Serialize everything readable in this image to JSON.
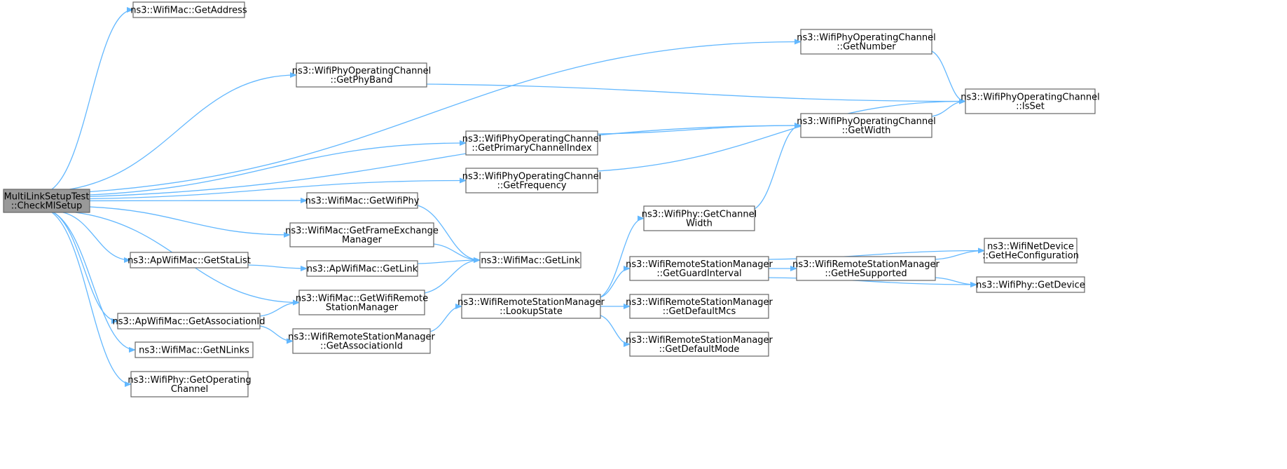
{
  "colors": {
    "edge": "#63b8ff",
    "node_border": "#666666",
    "root_fill": "#999999",
    "node_fill": "#ffffff"
  },
  "nodes": {
    "root": [
      "MultiLinkSetupTest",
      "::CheckMlSetup"
    ],
    "getAddress": [
      "ns3::WifiMac::GetAddress"
    ],
    "getNumber": [
      "ns3::WifiPhyOperatingChannel",
      "::GetNumber"
    ],
    "getPhyBand": [
      "ns3::WifiPhyOperatingChannel",
      "::GetPhyBand"
    ],
    "isSet": [
      "ns3::WifiPhyOperatingChannel",
      "::IsSet"
    ],
    "getWidth": [
      "ns3::WifiPhyOperatingChannel",
      "::GetWidth"
    ],
    "getPrimary": [
      "ns3::WifiPhyOperatingChannel",
      "::GetPrimaryChannelIndex"
    ],
    "getFrequency": [
      "ns3::WifiPhyOperatingChannel",
      "::GetFrequency"
    ],
    "getWifiPhy": [
      "ns3::WifiMac::GetWifiPhy"
    ],
    "getChannelWidth": [
      "ns3::WifiPhy::GetChannel",
      "Width"
    ],
    "getFem": [
      "ns3::WifiMac::GetFrameExchange",
      "Manager"
    ],
    "getStaList": [
      "ns3::ApWifiMac::GetStaList"
    ],
    "apGetLink": [
      "ns3::ApWifiMac::GetLink"
    ],
    "macGetLink": [
      "ns3::WifiMac::GetLink"
    ],
    "getGuardInterval": [
      "ns3::WifiRemoteStationManager",
      "::GetGuardInterval"
    ],
    "getHeSupported": [
      "ns3::WifiRemoteStationManager",
      "::GetHeSupported"
    ],
    "getHeConfig": [
      "ns3::WifiNetDevice",
      "::GetHeConfiguration"
    ],
    "phyGetDevice": [
      "ns3::WifiPhy::GetDevice"
    ],
    "getWrsm": [
      "ns3::WifiMac::GetWifiRemote",
      "StationManager"
    ],
    "lookupState": [
      "ns3::WifiRemoteStationManager",
      "::LookupState"
    ],
    "getDefaultMcs": [
      "ns3::WifiRemoteStationManager",
      "::GetDefaultMcs"
    ],
    "apGetAssocId": [
      "ns3::ApWifiMac::GetAssociationId"
    ],
    "rsmGetAssocId": [
      "ns3::WifiRemoteStationManager",
      "::GetAssociationId"
    ],
    "getDefaultMode": [
      "ns3::WifiRemoteStationManager",
      "::GetDefaultMode"
    ],
    "getNLinks": [
      "ns3::WifiMac::GetNLinks"
    ],
    "getOpChannel": [
      "ns3::WifiPhy::GetOperating",
      "Channel"
    ]
  },
  "edges": [
    [
      "root",
      "getAddress"
    ],
    [
      "root",
      "getNumber"
    ],
    [
      "root",
      "getPhyBand"
    ],
    [
      "root",
      "getWidth"
    ],
    [
      "root",
      "getPrimary"
    ],
    [
      "root",
      "getFrequency"
    ],
    [
      "root",
      "getWifiPhy"
    ],
    [
      "root",
      "getFem"
    ],
    [
      "root",
      "getStaList"
    ],
    [
      "root",
      "getWrsm"
    ],
    [
      "root",
      "apGetAssocId"
    ],
    [
      "root",
      "getNLinks"
    ],
    [
      "root",
      "getOpChannel"
    ],
    [
      "getNumber",
      "isSet"
    ],
    [
      "getPhyBand",
      "isSet"
    ],
    [
      "getWidth",
      "isSet"
    ],
    [
      "getPrimary",
      "getWidth"
    ],
    [
      "getFrequency",
      "isSet"
    ],
    [
      "getChannelWidth",
      "getWidth"
    ],
    [
      "getWifiPhy",
      "macGetLink"
    ],
    [
      "getFem",
      "macGetLink"
    ],
    [
      "getStaList",
      "apGetLink"
    ],
    [
      "apGetLink",
      "macGetLink"
    ],
    [
      "getWrsm",
      "macGetLink"
    ],
    [
      "apGetAssocId",
      "getWrsm"
    ],
    [
      "apGetAssocId",
      "rsmGetAssocId"
    ],
    [
      "rsmGetAssocId",
      "lookupState"
    ],
    [
      "lookupState",
      "getChannelWidth"
    ],
    [
      "lookupState",
      "getGuardInterval"
    ],
    [
      "lookupState",
      "getDefaultMcs"
    ],
    [
      "lookupState",
      "getDefaultMode"
    ],
    [
      "getGuardInterval",
      "getHeConfig"
    ],
    [
      "getGuardInterval",
      "getHeSupported"
    ],
    [
      "getGuardInterval",
      "phyGetDevice"
    ],
    [
      "getHeSupported",
      "getHeConfig"
    ],
    [
      "getHeSupported",
      "phyGetDevice"
    ]
  ]
}
